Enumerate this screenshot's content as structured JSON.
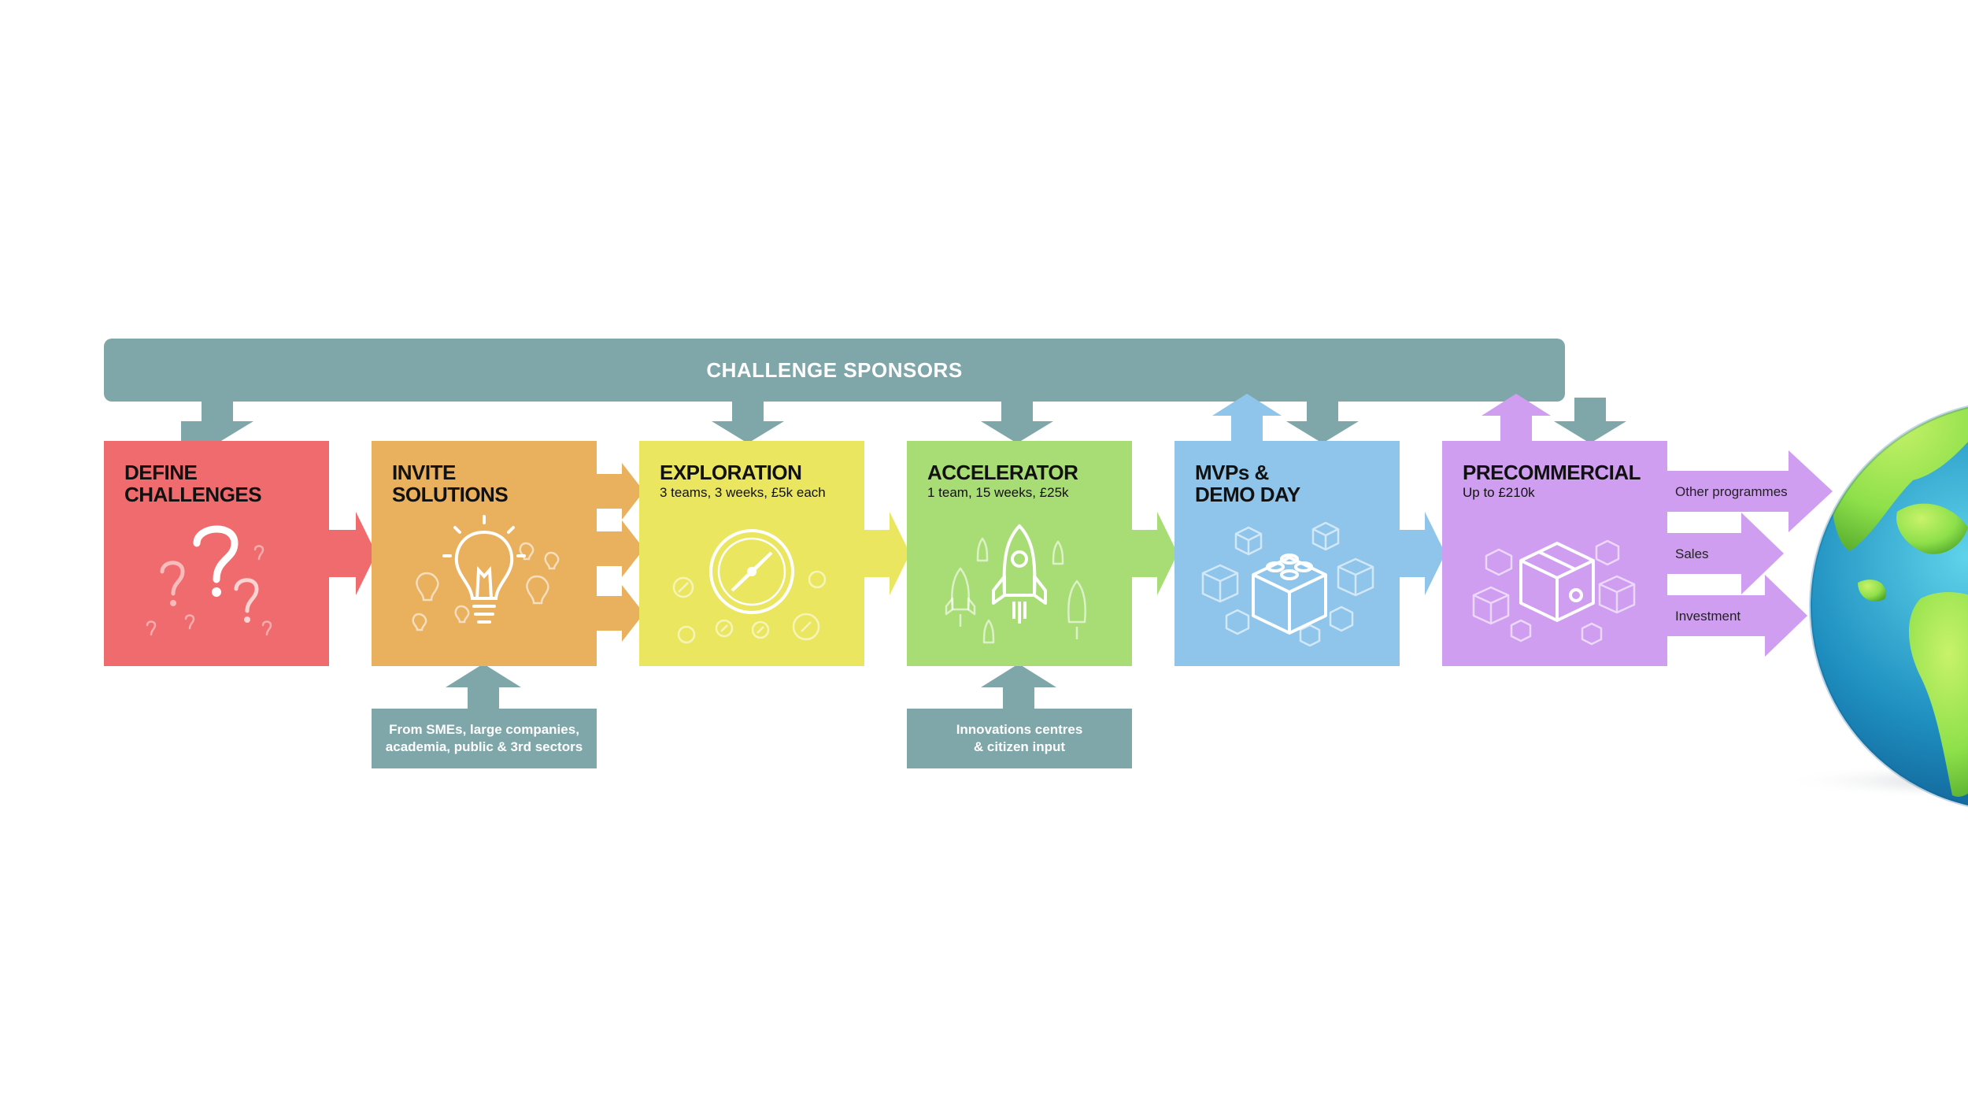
{
  "sponsor_bar": {
    "label": "CHALLENGE SPONSORS"
  },
  "stages": [
    {
      "title": "DEFINE\nCHALLENGES",
      "subtitle": "",
      "color": "#f06b6d",
      "icon": "question-marks-icon"
    },
    {
      "title": "INVITE\nSOLUTIONS",
      "subtitle": "",
      "color": "#e9b05e",
      "icon": "lightbulb-icon"
    },
    {
      "title": "EXPLORATION",
      "subtitle": "3 teams, 3 weeks, £5k each",
      "color": "#ebe660",
      "icon": "compass-icon"
    },
    {
      "title": "ACCELERATOR",
      "subtitle": "1 team, 15 weeks, £25k",
      "color": "#a8dc74",
      "icon": "rocket-icon"
    },
    {
      "title": "MVPs &\nDEMO DAY",
      "subtitle": "",
      "color": "#8fc5ea",
      "icon": "building-blocks-icon"
    },
    {
      "title": "PRECOMMERCIAL",
      "subtitle": "Up to £210k",
      "color": "#cf9ef0",
      "icon": "package-box-icon"
    }
  ],
  "inputs": [
    {
      "text": "From SMEs, large companies,\nacademia, public & 3rd sectors"
    },
    {
      "text": "Innovations centres\n& citizen input"
    }
  ],
  "outputs": [
    {
      "label": "Other programmes"
    },
    {
      "label": "Sales"
    },
    {
      "label": "Investment"
    }
  ],
  "colors": {
    "sponsor": "#7fa7aa",
    "output_arrow": "#cf9ef0",
    "globe_ocean": "#1e8fc0",
    "globe_land": "#8ee04a"
  }
}
